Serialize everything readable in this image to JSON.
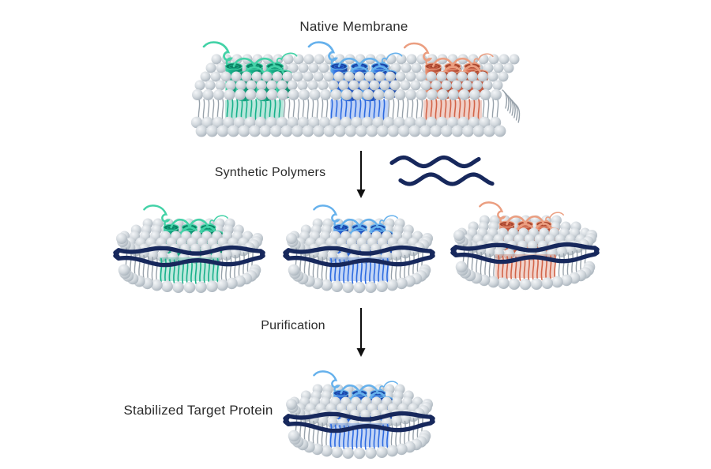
{
  "diagram": {
    "title": "Native Membrane",
    "labels": {
      "step1": "Synthetic Polymers",
      "step2": "Purification",
      "result": "Stabilized Target Protein"
    },
    "colors": {
      "background": "#ffffff",
      "text": "#2b2b2b",
      "arrow": "#111111",
      "polymer": "#17285c",
      "lipid_head_light": "#f4f6f8",
      "lipid_head_mid": "#d3d9de",
      "lipid_head_dark": "#a9b3bc",
      "lipid_tail": "#97a1aa",
      "proteins": {
        "green": {
          "body": "#17b08a",
          "dark": "#0b8063",
          "light": "#43d2a7"
        },
        "blue": {
          "body": "#2c6ae0",
          "dark": "#1b46a4",
          "light": "#66b1ec"
        },
        "orange": {
          "body": "#d26449",
          "dark": "#a84830",
          "light": "#eb9e80"
        }
      }
    },
    "membrane_proteins": [
      "green",
      "blue",
      "orange"
    ],
    "nanodiscs": [
      {
        "protein": "green"
      },
      {
        "protein": "blue"
      },
      {
        "protein": "orange"
      }
    ],
    "final_nanodisc": {
      "protein": "blue"
    }
  }
}
